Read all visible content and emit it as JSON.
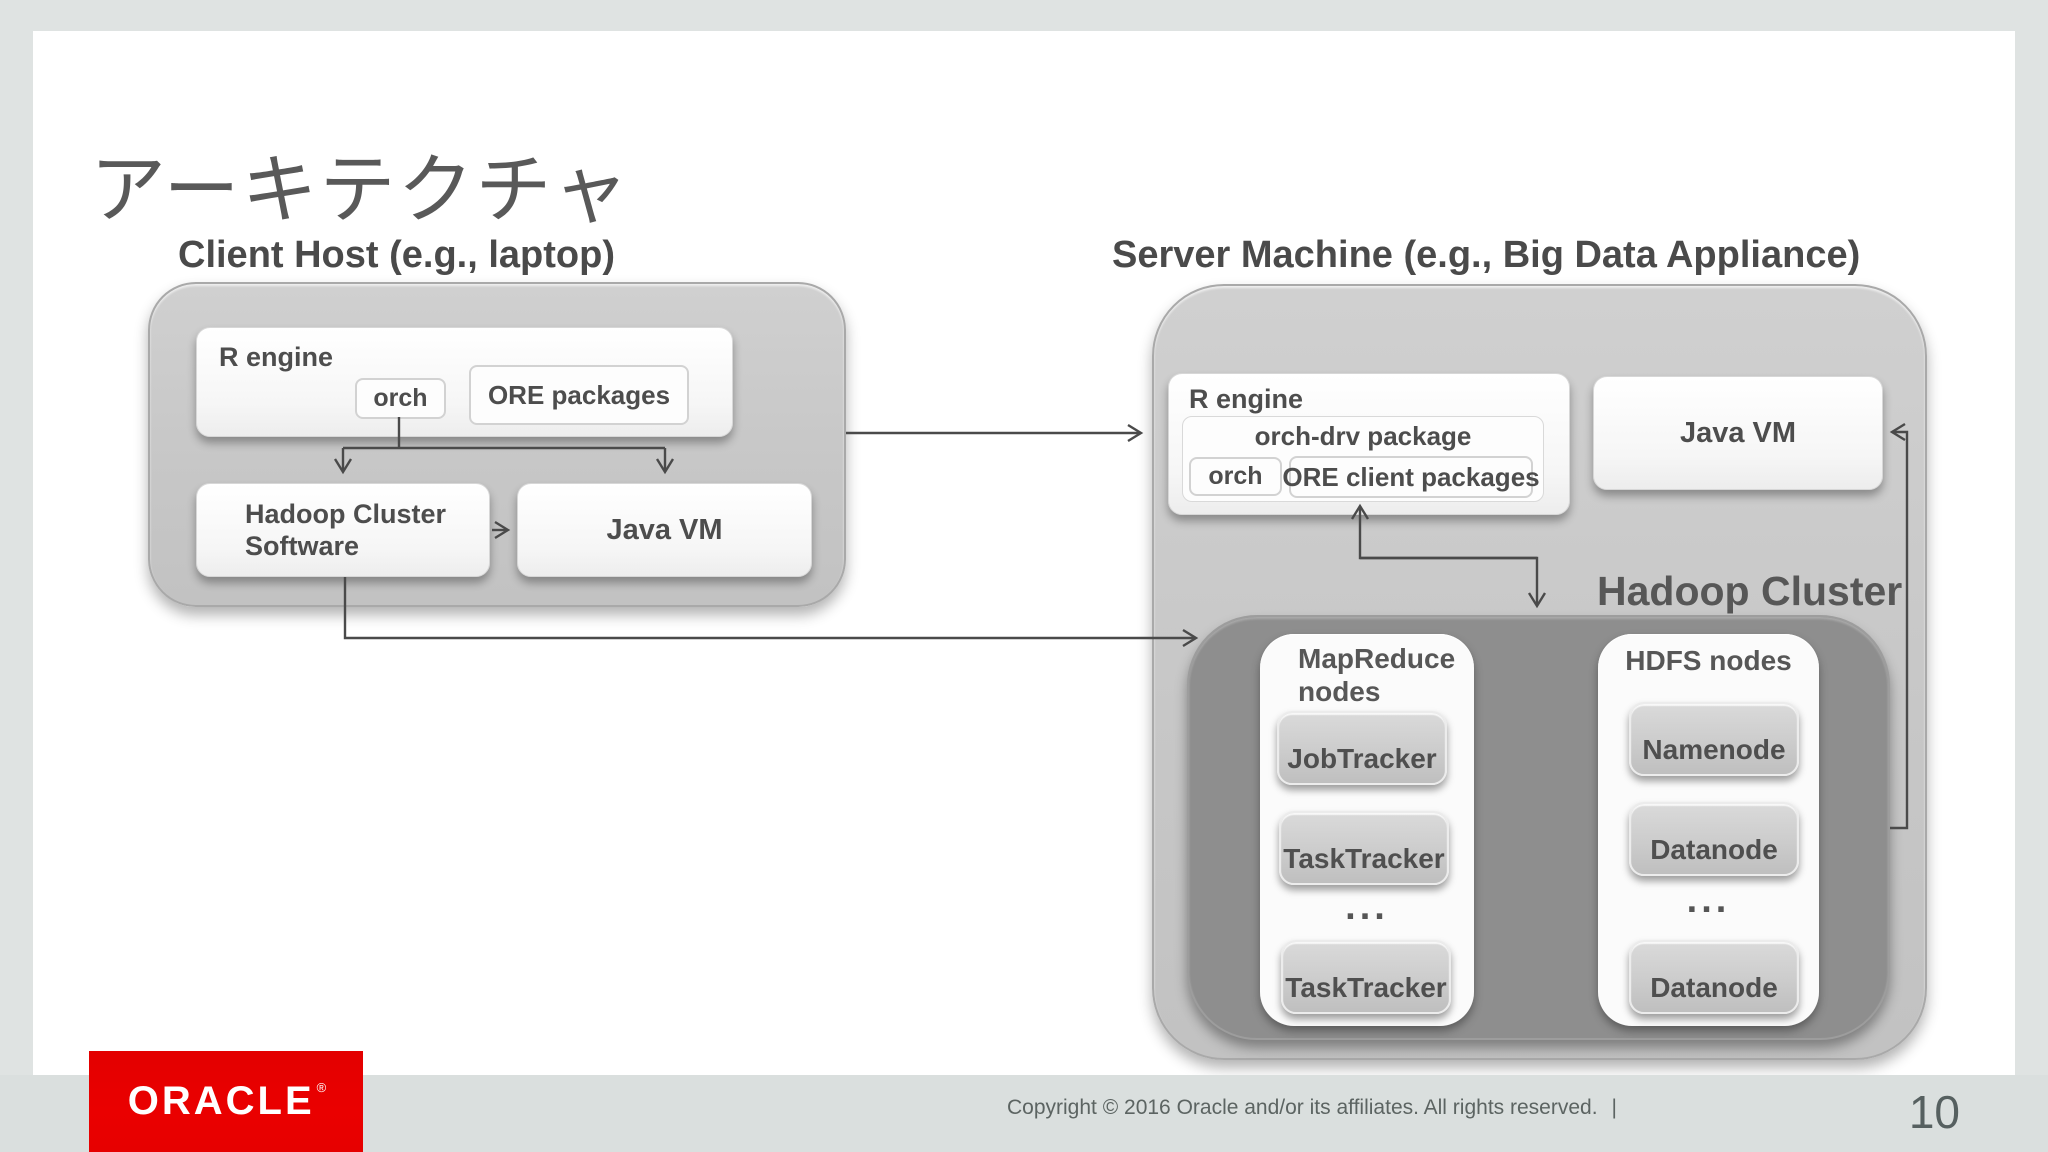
{
  "title": "アーキテクチャ",
  "client": {
    "heading": "Client Host (e.g., laptop)",
    "r_engine_label": "R engine",
    "orch": "orch",
    "ore_packages": "ORE packages",
    "hadoop_cluster_software": "Hadoop Cluster Software",
    "java_vm": "Java VM"
  },
  "server": {
    "heading": "Server Machine (e.g., Big Data Appliance)",
    "r_engine_label": "R engine",
    "orch_drv_package": "orch-drv package",
    "orch": "orch",
    "ore_client_packages": "ORE client packages",
    "java_vm": "Java VM",
    "hadoop_cluster_label": "Hadoop Cluster",
    "mapreduce": {
      "title": "MapReduce nodes",
      "nodes": [
        "JobTracker",
        "TaskTracker",
        "TaskTracker"
      ],
      "ellipsis": "..."
    },
    "hdfs": {
      "title": "HDFS nodes",
      "nodes": [
        "Namenode",
        "Datanode",
        "Datanode"
      ],
      "ellipsis": "..."
    }
  },
  "footer": {
    "logo_text": "ORACLE",
    "logo_registered": "®",
    "copyright": "Copyright © 2016 Oracle and/or its affiliates. All rights reserved.",
    "separator": "|",
    "page_number": "10"
  },
  "colors": {
    "oracle_red": "#e60000",
    "machine_box_gray": "#c9c9c9",
    "hadoop_dark_gray": "#8e8e8e",
    "text_gray": "#4d4d4d",
    "background": "#dfe3e2",
    "arrow": "#4a4a4a"
  }
}
